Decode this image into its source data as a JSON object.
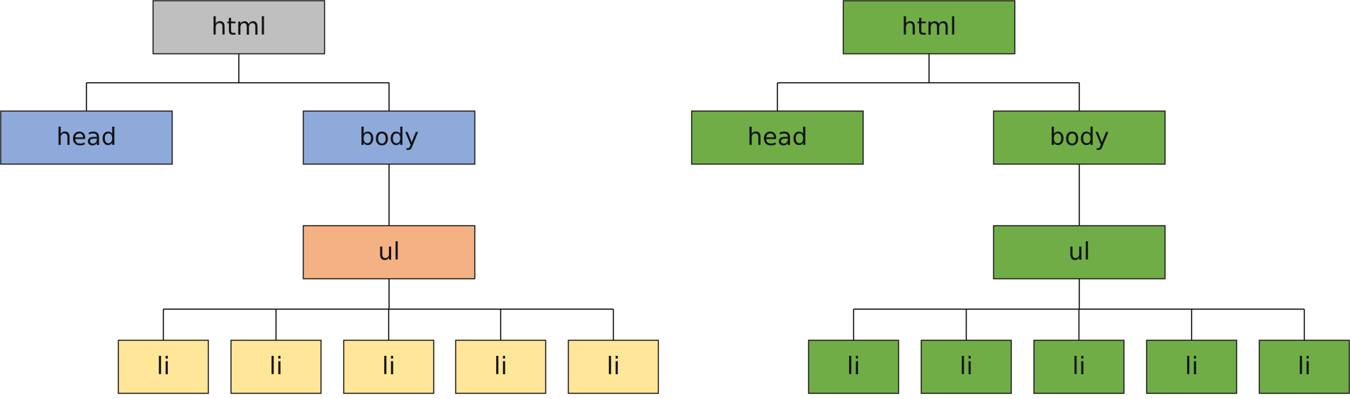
{
  "colors": {
    "gray": "#bfbfbf",
    "blue": "#8eaadb",
    "orange": "#f4b183",
    "yellow": "#ffe699",
    "green": "#70ad47",
    "stroke": "#1a1a1a",
    "line": "#000000"
  },
  "trees": [
    {
      "nodes": [
        {
          "id": "html",
          "label": "html",
          "color": "gray"
        },
        {
          "id": "head",
          "label": "head",
          "color": "blue"
        },
        {
          "id": "body",
          "label": "body",
          "color": "blue"
        },
        {
          "id": "ul",
          "label": "ul",
          "color": "orange"
        },
        {
          "id": "li1",
          "label": "li",
          "color": "yellow"
        },
        {
          "id": "li2",
          "label": "li",
          "color": "yellow"
        },
        {
          "id": "li3",
          "label": "li",
          "color": "yellow"
        },
        {
          "id": "li4",
          "label": "li",
          "color": "yellow"
        },
        {
          "id": "li5",
          "label": "li",
          "color": "yellow"
        }
      ]
    },
    {
      "nodes": [
        {
          "id": "html",
          "label": "html",
          "color": "green"
        },
        {
          "id": "head",
          "label": "head",
          "color": "green"
        },
        {
          "id": "body",
          "label": "body",
          "color": "green"
        },
        {
          "id": "ul",
          "label": "ul",
          "color": "green"
        },
        {
          "id": "li1",
          "label": "li",
          "color": "green"
        },
        {
          "id": "li2",
          "label": "li",
          "color": "green"
        },
        {
          "id": "li3",
          "label": "li",
          "color": "green"
        },
        {
          "id": "li4",
          "label": "li",
          "color": "green"
        },
        {
          "id": "li5",
          "label": "li",
          "color": "green"
        }
      ]
    }
  ],
  "edges": [
    [
      "html",
      "head"
    ],
    [
      "html",
      "body"
    ],
    [
      "body",
      "ul"
    ],
    [
      "ul",
      "li1"
    ],
    [
      "ul",
      "li2"
    ],
    [
      "ul",
      "li3"
    ],
    [
      "ul",
      "li4"
    ],
    [
      "ul",
      "li5"
    ]
  ]
}
